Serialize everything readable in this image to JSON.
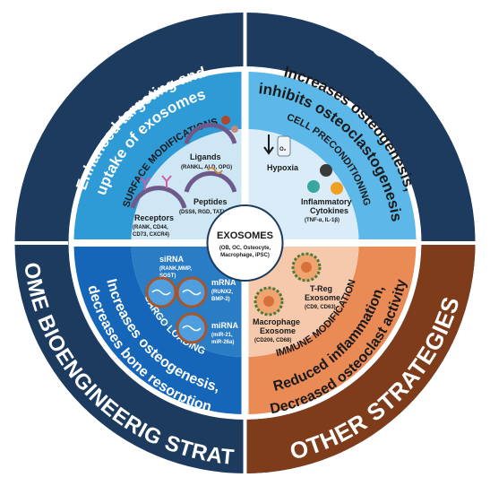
{
  "outer_ring": {
    "left_text": "EXOSOME BIOENGINEERIG STRATEGIES. EXOSOME BIOENGINEERIG STRATEGIES",
    "bottom_left_text": "EXOSOME BIOENGINEERIG STRATEGIES",
    "right_text": "OTHER STRATEGIES"
  },
  "quadrants": {
    "top_left": {
      "band": "Enhanced targeting and uptake of exosomes",
      "title": "SURFACE MODIFICATIONS",
      "ligands": {
        "label": "Ligands",
        "sub": "(RANKL, ALD, OPG)"
      },
      "peptides": {
        "label": "Peptides",
        "sub": "(DSS6, RGD, TAT)"
      },
      "receptors": {
        "label": "Receptors",
        "sub1": "(RANK, CD44,",
        "sub2": "CD73, CXCR4)"
      }
    },
    "top_right": {
      "band": "Increases osteogenesis, inhibits osteoclastogenesis",
      "title": "CELL PRECONDITIONING",
      "o2": "O₂",
      "hypoxia": "Hypoxia",
      "cytokines": {
        "label1": "Inflammatory",
        "label2": "Cytokines",
        "sub": "(TNF-α, IL-1β)"
      }
    },
    "bottom_left": {
      "band": "Increases osteogenesis, decreases bone resorption",
      "title": "CARGO LOADING",
      "sirna": {
        "label": "siRNA",
        "sub1": "(RANK,MMP,",
        "sub2": "SOST)"
      },
      "mrna": {
        "label": "mRNA",
        "sub1": "(RUNX2,",
        "sub2": "BMP-2)"
      },
      "mirna": {
        "label": "miRNA",
        "sub1": "(miR-21,",
        "sub2": "miR-26a)"
      }
    },
    "bottom_right": {
      "band": "Reduced inflammation, Decreased osteoclast activity",
      "title": "IMMUNE MODIFICATION",
      "treg": {
        "label1": "T-Reg",
        "label2": "Exosome",
        "sub": "(CD9, CD63)"
      },
      "macro": {
        "label1": "Macrophage",
        "label2": "Exosome",
        "sub": "(CD206, CD68)"
      }
    }
  },
  "center": {
    "title": "EXOSOMES",
    "sub1": "(OB, OC, Osteocyte,",
    "sub2": "Macrophage, iPSC)"
  },
  "colors": {
    "navy": "#1d3a5f",
    "brown": "#7e3c1b",
    "blue_band": "#2e9ad6",
    "light_blue_band": "#5bb8e8",
    "surface_bg": "#cfe6f5",
    "precond_bg": "#d9ecf8",
    "cargo_bg": "#2a7cc4",
    "cargo_band": "#1565b8",
    "immune_bg": "#f6c9ad",
    "immune_band": "#ea8a55"
  }
}
